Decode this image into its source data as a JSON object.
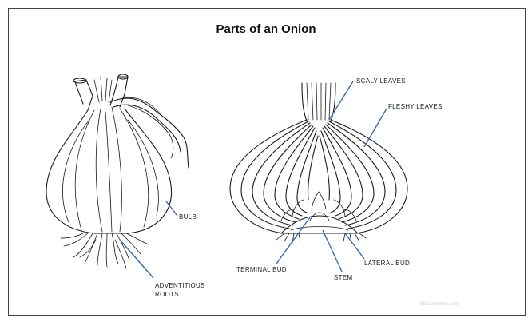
{
  "diagram": {
    "title": "Parts of an Onion",
    "labels": {
      "scaly_leaves": "SCALY LEAVES",
      "fleshy_leaves": "FLESHY LEAVES",
      "bulb": "BULB",
      "adventitious_line1": "ADVENTITIOUS",
      "adventitious_line2": "ROOTS",
      "terminal_bud": "TERMINAL BUD",
      "lateral_bud": "LATERAL BUD",
      "stem": "STEM"
    },
    "watermark": "iSLCollective.com",
    "colors": {
      "ink": "#1a1a1a",
      "leader_lines": "#3a6aa8",
      "background": "#ffffff"
    }
  }
}
